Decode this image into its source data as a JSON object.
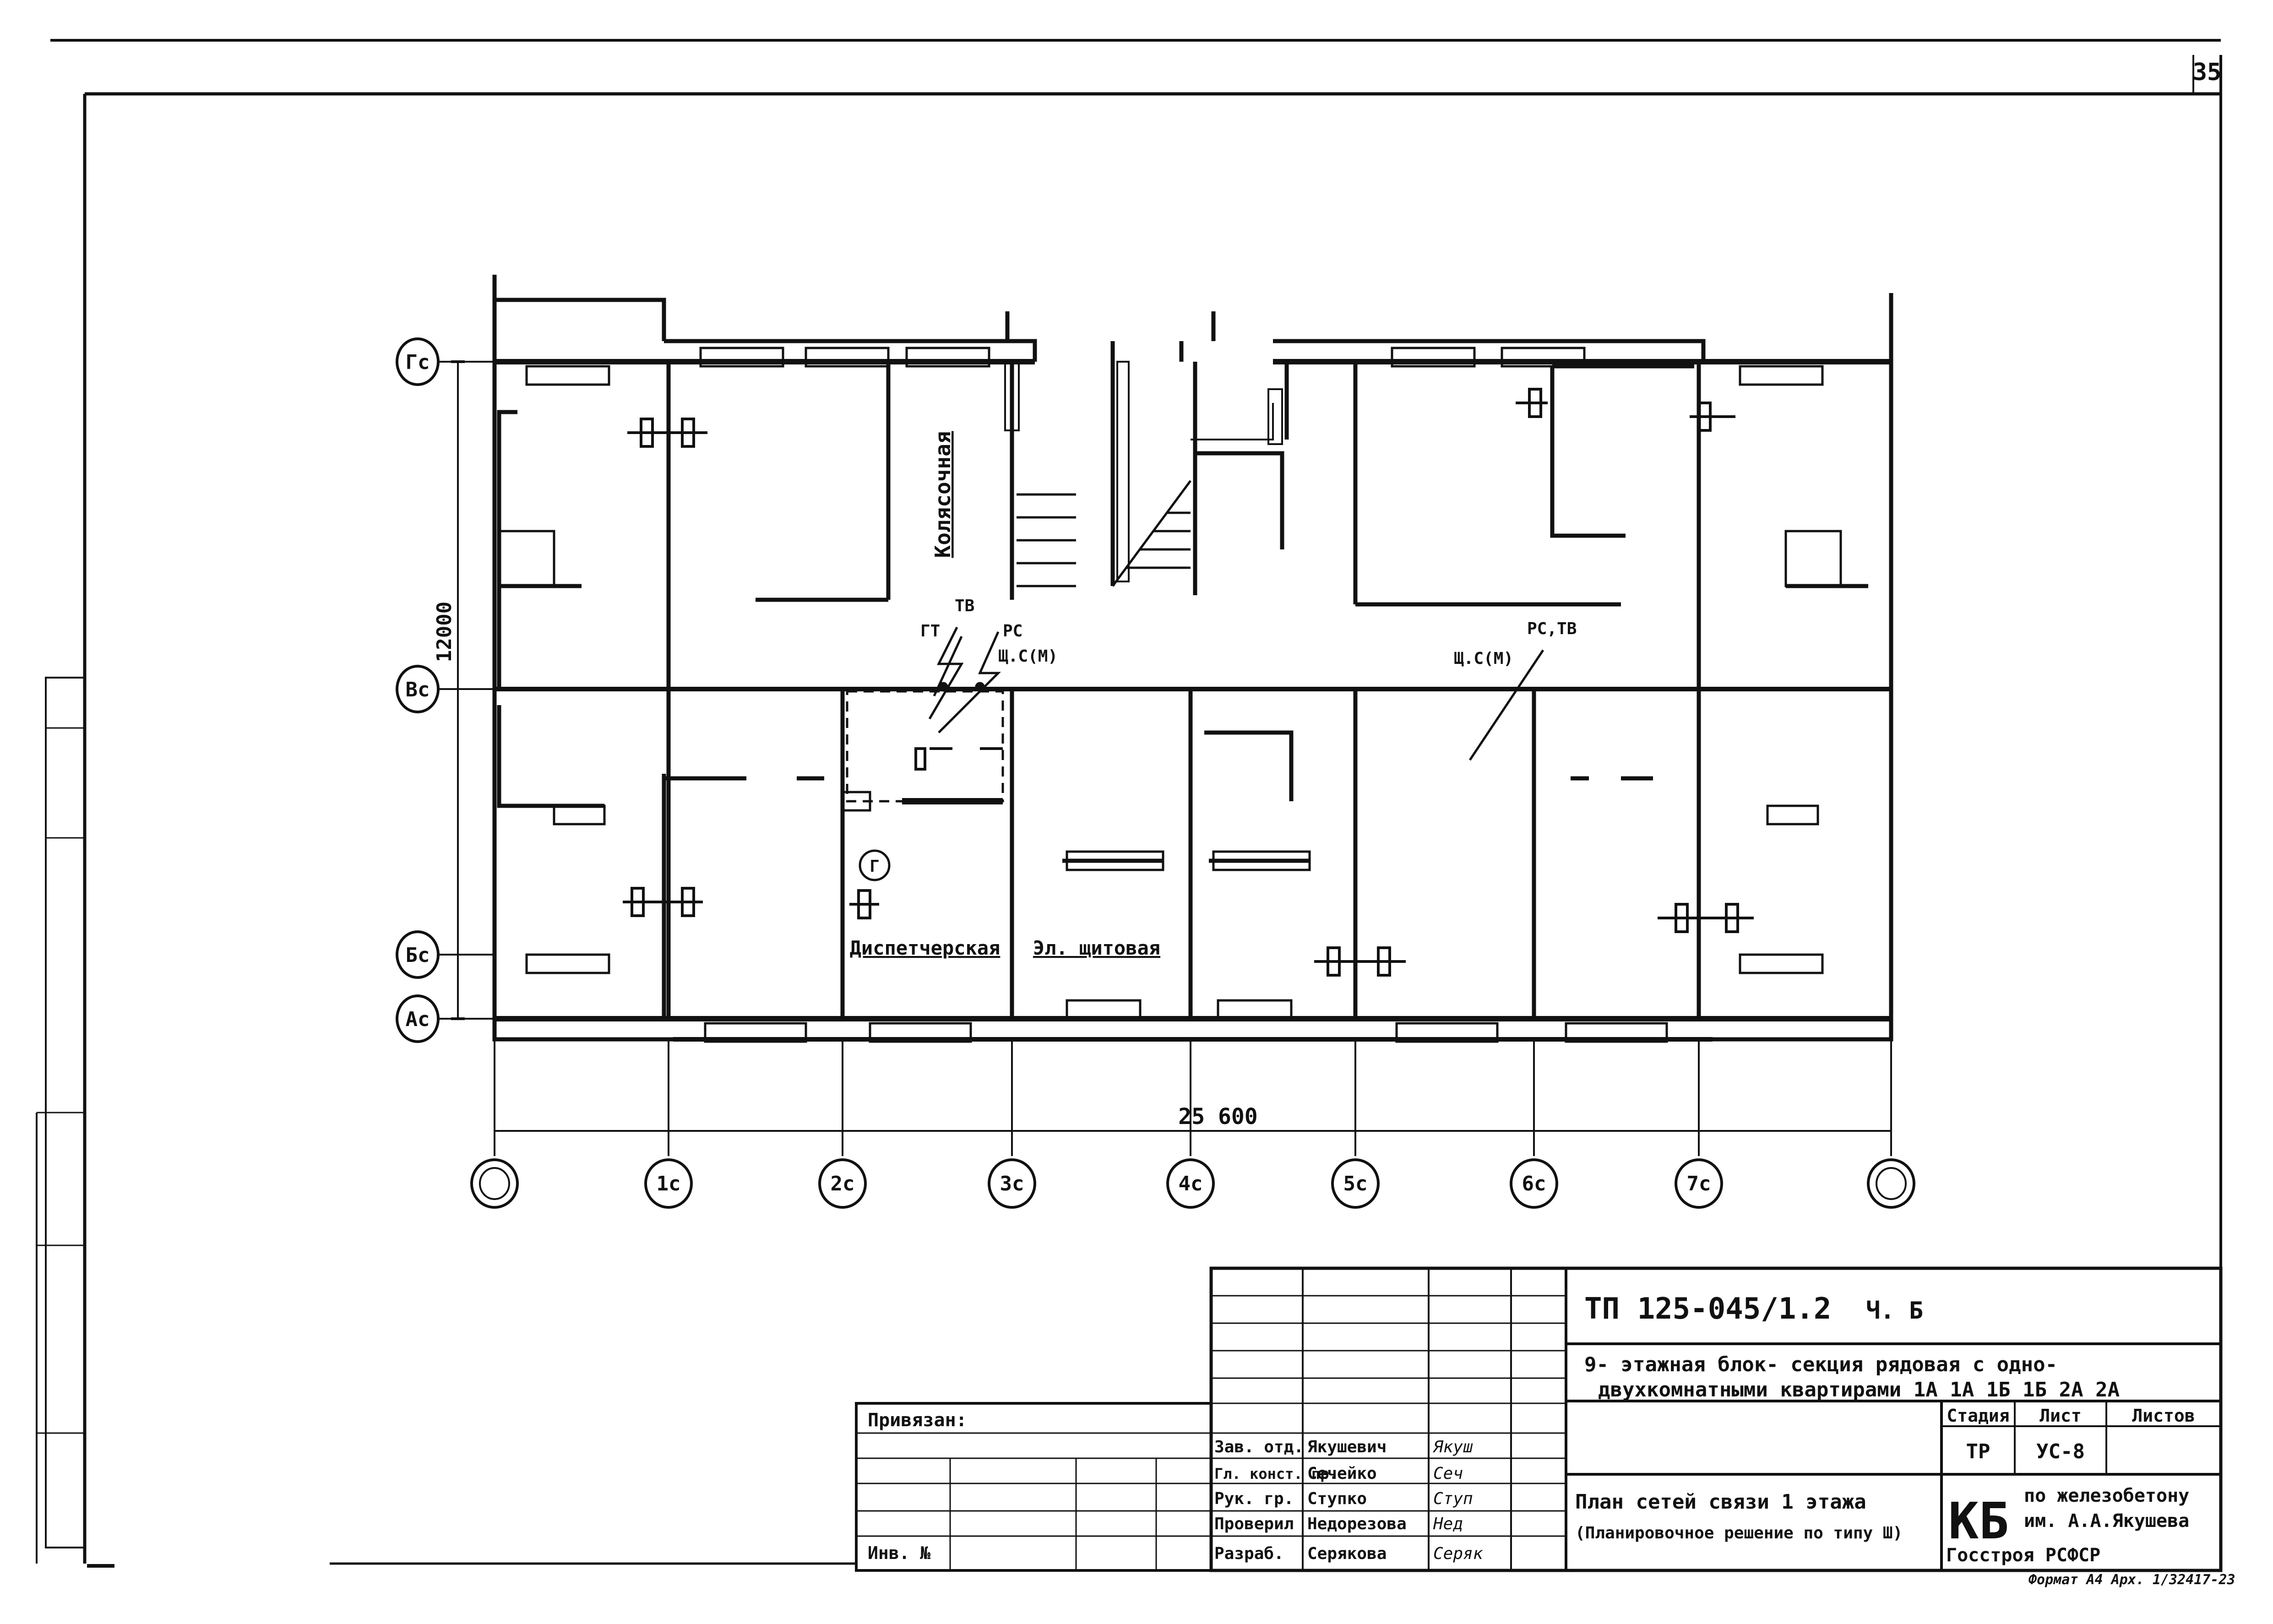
{
  "sheet_number": "35",
  "dimensions": {
    "overall_width": "25 600",
    "overall_height": "12000"
  },
  "grid_rows": [
    "Гс",
    "Вс",
    "Бс",
    "Ас"
  ],
  "grid_columns": [
    "",
    "1с",
    "2с",
    "3с",
    "4с",
    "5с",
    "6с",
    "7с",
    ""
  ],
  "room_labels": {
    "stroller_room": "Колясочная",
    "dispatcher_room": "Диспетчерская",
    "electrical_room": "Эл. щитовая"
  },
  "network_labels": {
    "tv": "ТВ",
    "gt": "ГТ",
    "rs": "РС",
    "shs_m_left": "Щ.С(М)",
    "shs_m_right": "Щ.С(М)",
    "rs_tv": "РС,ТВ",
    "g": "Г"
  },
  "title_block": {
    "project_code": "ТП  125-045/1.2",
    "part": "Ч. Б",
    "description_line1": "9- этажная  блок- секция   рядовая  с  одно-",
    "description_line2": "двухкомнатными  квартирами  1А 1А  1Б 1Б  2А 2А",
    "stage_header": "Стадия",
    "sheet_header": "Лист",
    "sheets_header": "Листов",
    "stage_value": "ТР",
    "sheet_value": "УС-8",
    "sheets_value": "",
    "drawing_title_line1": "План    сетей   связи   1 этажа",
    "drawing_title_line2": "(Планировочное  решение по типу Ш)",
    "org_mark": "КБ",
    "org_line1": "по железобетону",
    "org_line2": "им. А.А.Якушева",
    "org_line3": "Госстроя   РСФСР",
    "bound_label": "Привязан:",
    "inv_label": "Инв. №",
    "bottom_note": "Формат  А4   Арх. 1/32417-23",
    "signatures": [
      {
        "role": "Зав. отд.",
        "name": "Якушевич",
        "sign": "Якуш"
      },
      {
        "role": "Гл. конст. пр.",
        "name": "Сечейко",
        "sign": "Сеч"
      },
      {
        "role": "Рук. гр.",
        "name": "Ступко",
        "sign": "Ступ"
      },
      {
        "role": "Проверил",
        "name": "Недорезова",
        "sign": "Нед"
      },
      {
        "role": "Разраб.",
        "name": "Серякова",
        "sign": "Серяк"
      }
    ]
  }
}
